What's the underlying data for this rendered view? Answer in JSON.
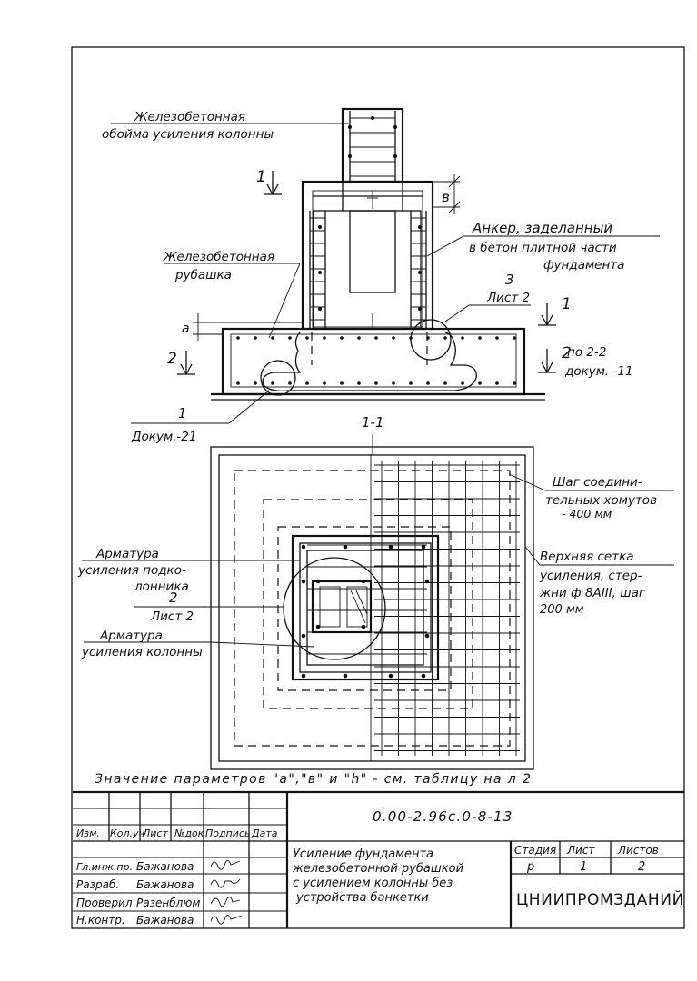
{
  "elevation": {
    "label_jacket_column": [
      "Железобетонная",
      "обойма усиления колонны"
    ],
    "label_jacket_base": [
      "Железобетонная",
      "рубашка"
    ],
    "label_anchor": [
      "Анкер, заделанный",
      "в бетон плитной части",
      "фундамента"
    ],
    "section_mark_1": "1",
    "section_mark_2": "2",
    "dim_b": "в",
    "dim_a": "а",
    "detail_3_number": "3",
    "detail_3_sheet": "Лист 2",
    "section_2_note": [
      "по 2-2",
      "докум. -11"
    ],
    "detail_1_number": "1",
    "detail_1_doc": "Докум.-21"
  },
  "plan": {
    "title": "1-1",
    "label_tie_step": [
      "Шаг соедини-",
      "тельных хомутов",
      "- 400 мм"
    ],
    "label_top_mesh": [
      "Верхняя сетка",
      "усиления, стер-",
      "жни ф 8АIII, шаг",
      "200 мм"
    ],
    "label_rebar_podkolonnik": [
      "Арматура",
      "усиления подко-",
      "лонника"
    ],
    "detail_2_number": "2",
    "detail_2_sheet": "Лист 2",
    "label_rebar_column": [
      "Арматура",
      "усиления колонны"
    ]
  },
  "note": "Значение параметров \"а\",\"в\" и \"h\" - см. таблицу на л 2",
  "title_block": {
    "code": "0.00-2.96с.0-8-13",
    "headers": [
      "Изм.",
      "Кол.уч",
      "Лист",
      "№док",
      "Подпись",
      "Дата"
    ],
    "roles": [
      {
        "role": "Гл.инж.пр.",
        "name": "Бажанова",
        "sign": "Baz"
      },
      {
        "role": "Разраб.",
        "name": "Бажанова",
        "sign": "Baz"
      },
      {
        "role": "Проверил",
        "name": "Разенблюм",
        "sign": "Raz"
      },
      {
        "role": "Н.контр.",
        "name": "Бажанова",
        "sign": "Baz"
      }
    ],
    "description": [
      "Усиление фундамента",
      "железобетонной рубашкой",
      "с усилением колонны без",
      "устройства банкетки"
    ],
    "stage_label": "Стадия",
    "sheet_label": "Лист",
    "sheets_label": "Листов",
    "stage_value": "р",
    "sheet_value": "1",
    "sheets_value": "2",
    "organization": "ЦНИИПРОМЗДАНИЙ"
  }
}
